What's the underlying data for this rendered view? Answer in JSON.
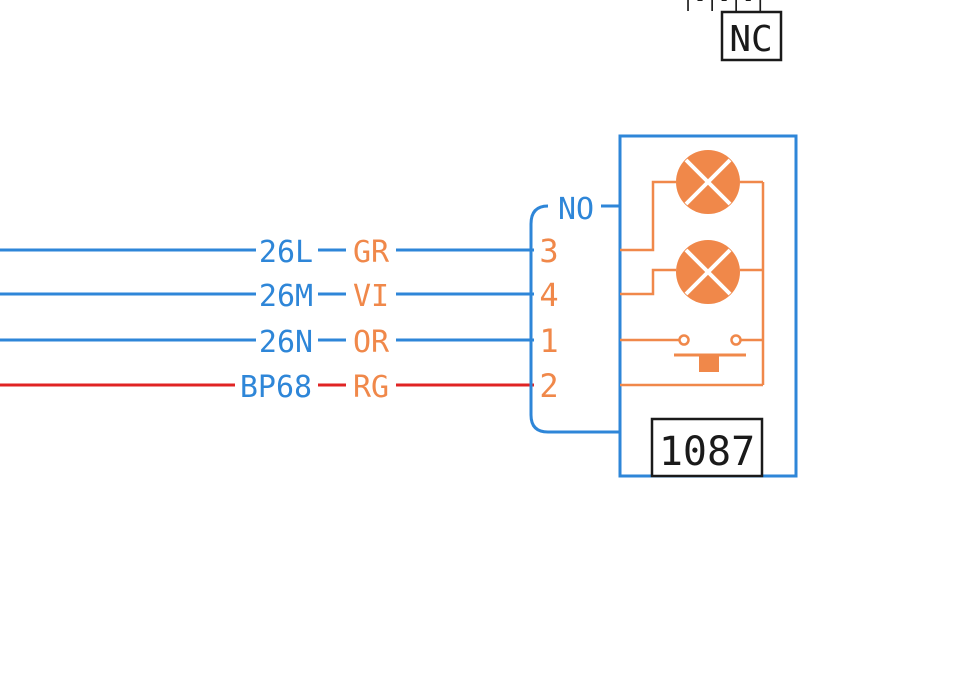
{
  "header": {
    "label": "NC",
    "top_glyphs": "|-|-|-|"
  },
  "connector": {
    "label": "NO",
    "component_id": "1087"
  },
  "wires": [
    {
      "wire_id": "26L",
      "color_code": "GR",
      "pin": "3",
      "line_color": "#2E86D8"
    },
    {
      "wire_id": "26M",
      "color_code": "VI",
      "pin": "4",
      "line_color": "#2E86D8"
    },
    {
      "wire_id": "26N",
      "color_code": "OR",
      "pin": "1",
      "line_color": "#2E86D8"
    },
    {
      "wire_id": "BP68",
      "color_code": "RG",
      "pin": "2",
      "line_color": "#E02424"
    }
  ],
  "colors": {
    "blue": "#2E86D8",
    "orange": "#F0884A",
    "red": "#E02424",
    "black": "#1A1A1A"
  }
}
